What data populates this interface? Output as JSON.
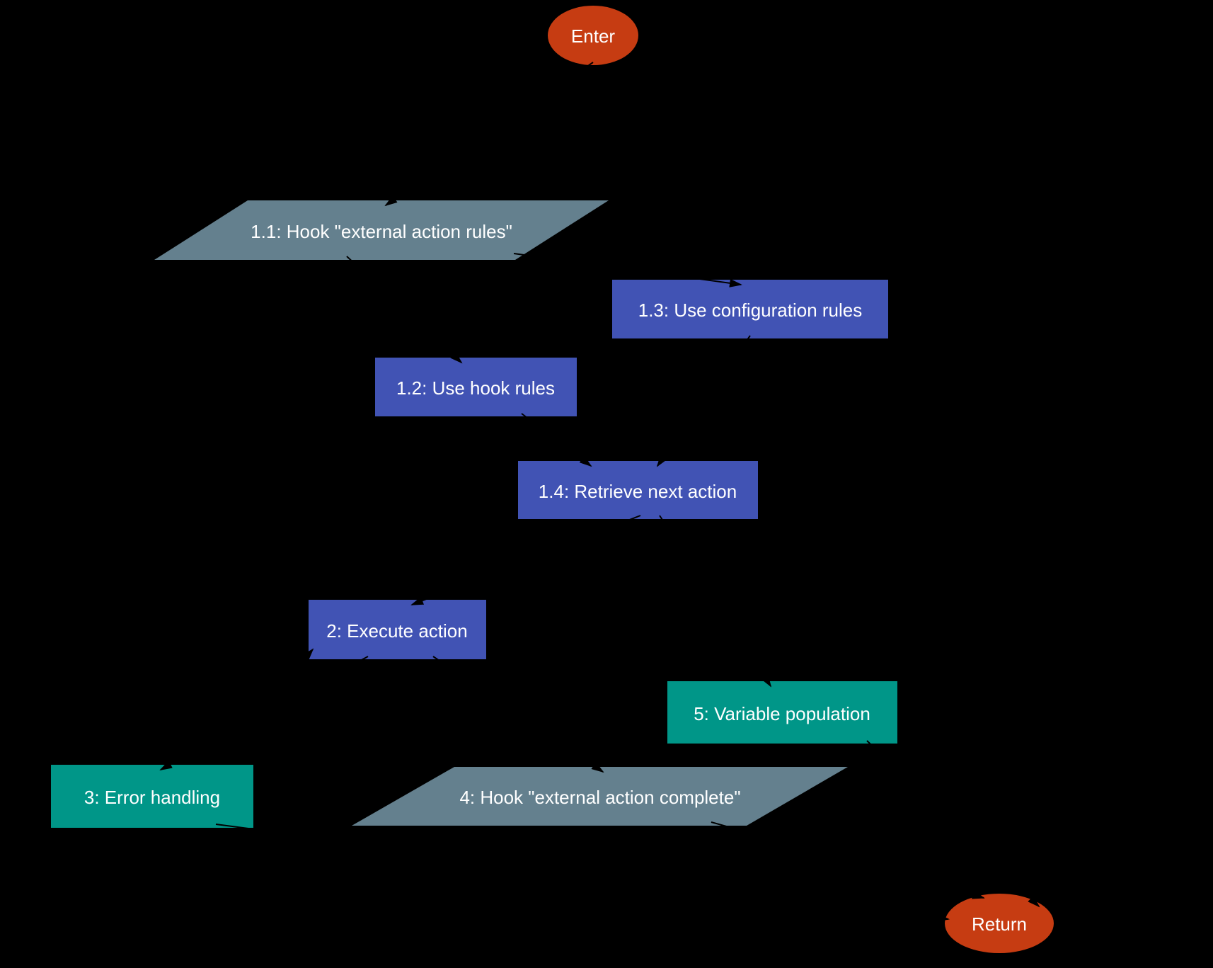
{
  "diagram": {
    "type": "flowchart",
    "colors": {
      "background": "#000000",
      "start_end_fill": "#C63C12",
      "process_fill": "#4153B4",
      "subprocess_fill": "#009688",
      "io_fill": "#64808E",
      "connector": "#000000",
      "label_text": "#FFFFFF"
    },
    "nodes": {
      "enter": {
        "label": "Enter",
        "type": "start-ellipse"
      },
      "step_1_1": {
        "label": "1.1: Hook \"external action rules\"",
        "type": "io-parallelogram"
      },
      "step_1_2": {
        "label": "1.2: Use hook rules",
        "type": "process-rect"
      },
      "step_1_3": {
        "label": "1.3: Use configuration rules",
        "type": "process-rect"
      },
      "step_1_4": {
        "label": "1.4: Retrieve next action",
        "type": "process-rect"
      },
      "step_2": {
        "label": "2: Execute action",
        "type": "process-rect"
      },
      "step_3": {
        "label": "3: Error handling",
        "type": "subprocess-rect"
      },
      "step_4": {
        "label": "4: Hook \"external action complete\"",
        "type": "io-parallelogram"
      },
      "step_5": {
        "label": "5: Variable population",
        "type": "subprocess-rect"
      },
      "return": {
        "label": "Return",
        "type": "end-ellipse"
      }
    }
  }
}
